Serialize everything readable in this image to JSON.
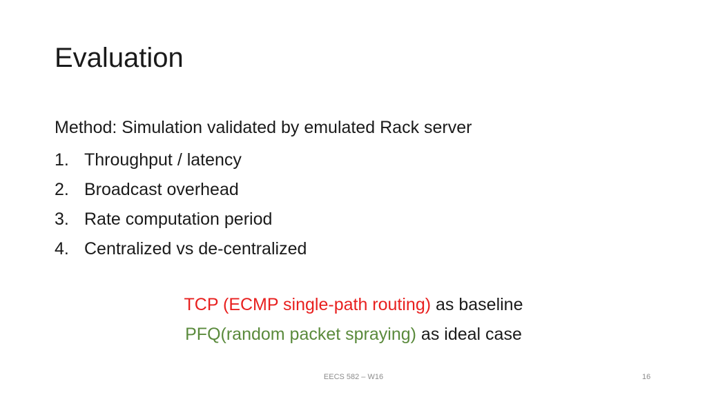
{
  "slide": {
    "title": "Evaluation",
    "method": "Method: Simulation validated by emulated Rack server",
    "items": [
      {
        "num": "1.",
        "text": "Throughput / latency"
      },
      {
        "num": "2.",
        "text": "Broadcast overhead"
      },
      {
        "num": "3.",
        "text": "Rate computation period"
      },
      {
        "num": "4.",
        "text": "Centralized vs de-centralized"
      }
    ],
    "baseline": {
      "highlight": "TCP (ECMP single-path routing)",
      "rest": " as baseline"
    },
    "ideal": {
      "highlight": "PFQ(random packet spraying)",
      "rest": " as ideal case"
    },
    "footer_center": "EECS 582 – W16",
    "page_number": "16"
  },
  "colors": {
    "red": "#e8201f",
    "green": "#5a8a3c",
    "text": "#1a1a1a"
  }
}
